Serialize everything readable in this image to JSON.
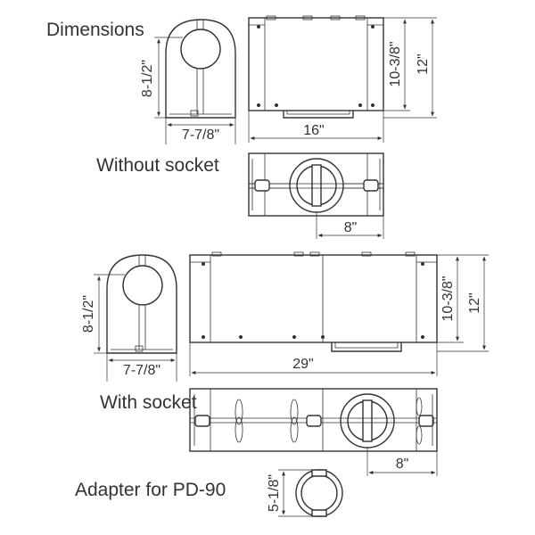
{
  "labels": {
    "dimensions": "Dimensions",
    "without_socket": "Without socket",
    "with_socket": "With socket",
    "adapter": "Adapter for PD-90"
  },
  "dims": {
    "top_side_height": "8-1/2\"",
    "top_side_width": "7-7/8\"",
    "top_front_width": "16\"",
    "top_inner_height": "10-3/8\"",
    "top_outer_height": "12\"",
    "top_plan_offset": "8\"",
    "mid_side_height": "8-1/2\"",
    "mid_side_width": "7-7/8\"",
    "mid_front_width": "29\"",
    "mid_inner_height": "10-3/8\"",
    "mid_outer_height": "12\"",
    "mid_plan_offset": "8\"",
    "adapter_height": "5-1/8\""
  }
}
